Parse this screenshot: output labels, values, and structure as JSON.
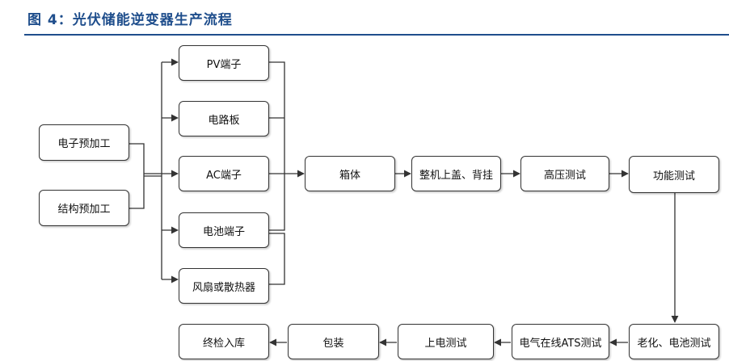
{
  "title": "图 4：光伏储能逆变器生产流程",
  "nodes": {
    "n1": "电子预加工",
    "n2": "结构预加工",
    "n3": "PV端子",
    "n4": "电路板",
    "n5": "AC端子",
    "n6": "电池端子",
    "n7": "风扇或散热器",
    "n8": "箱体",
    "n9": "整机上盖、背挂",
    "n10": "高压测试",
    "n11": "功能测试",
    "n12": "老化、电池测试",
    "n13": "电气在线ATS测试",
    "n14": "上电测试",
    "n15": "包装",
    "n16": "终检入库"
  },
  "colors": {
    "title": "#1f4e8c",
    "line": "#333333"
  }
}
